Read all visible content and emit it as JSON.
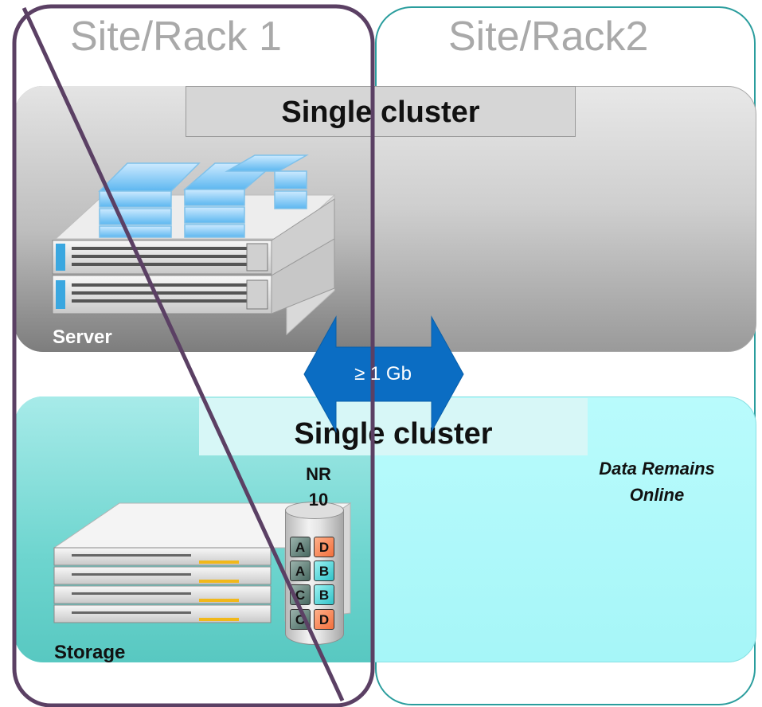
{
  "sites": {
    "left": {
      "title": "Site/Rack 1"
    },
    "right": {
      "title": "Site/Rack2"
    }
  },
  "server_cluster": {
    "label": "Single cluster",
    "caption": "Server"
  },
  "storage_cluster": {
    "label": "Single cluster",
    "caption": "Storage",
    "nr_label": "NR",
    "nr_value": "10",
    "status": "Data Remains Online",
    "status_line1": "Data Remains",
    "status_line2": "Online"
  },
  "link": {
    "label": "≥ 1 Gb",
    "color": "#0b6dc3"
  },
  "storage_blocks": [
    {
      "left": "A",
      "right": "D"
    },
    {
      "left": "A",
      "right": "B"
    },
    {
      "left": "C",
      "right": "B"
    },
    {
      "left": "C",
      "right": "D"
    }
  ],
  "colors": {
    "site_left_border": "#5b4064",
    "site_right_border": "#2a9d9d",
    "failure_slash": "#5b4064",
    "server_band": "#bdbdbd",
    "storage_band": "#a6f6f8"
  }
}
